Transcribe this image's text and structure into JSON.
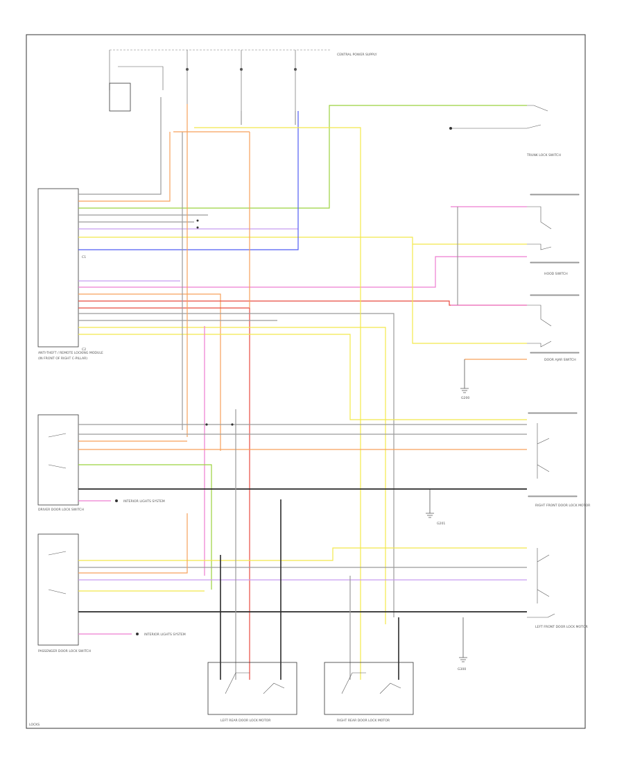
{
  "colors": {
    "yellow": "#f2e84a",
    "orange": "#f7a15a",
    "violet": "#c79cf0",
    "red": "#e8493f",
    "green": "#9bd23e",
    "blue": "#4f5cf3",
    "gray": "#777777",
    "pink": "#ee7cd0",
    "black": "#2a2a2a",
    "frame": "#333333"
  },
  "labels": {
    "module_main": "ANTI-THEFT / REMOTE LOCKING MODULE",
    "module_main_sub": "(IN FRONT OF RIGHT C-PILLAR)",
    "connector_c1": "C1",
    "connector_c2": "C2",
    "driver_door_switch": "DRIVER DOOR LOCK SWITCH",
    "passenger_door_switch": "PASSENGER DOOR LOCK SWITCH",
    "interior_lights": "INTERIOR LIGHTS SYSTEM",
    "interior_lights_2": "INTERIOR LIGHTS SYSTEM",
    "central_power_supply": "CENTRAL POWER SUPPLY",
    "left_rear_actuator": "LEFT REAR DOOR LOCK MOTOR",
    "right_rear_actuator": "RIGHT REAR DOOR LOCK MOTOR",
    "ground_label": "G200",
    "ground_label_2": "G201",
    "ground_label_3": "G300",
    "right_front_actuator": "RIGHT FRONT DOOR LOCK MOTOR",
    "left_front_actuator": "LEFT FRONT DOOR LOCK MOTOR",
    "hood_switch": "HOOD SWITCH",
    "trunk_switch": "TRUNK LOCK SWITCH",
    "ajar_switch": "DOOR AJAR SWITCH",
    "footer": "LOCKS"
  }
}
